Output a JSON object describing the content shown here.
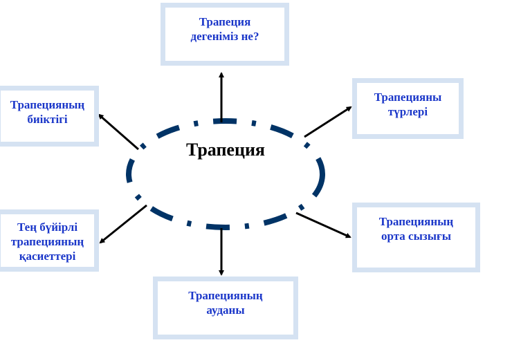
{
  "center": {
    "label": "Трапеция"
  },
  "nodes": {
    "definition": "Трапеция дегеніміз не?",
    "height": "Трапецияның биіктігі",
    "types": "Трапецияны түрлері",
    "isosceles": "Тең бүйірлі трапецияның қасиеттері",
    "midline": "Трапецияның орта сызығы",
    "area": "Трапецияның ауданы"
  },
  "colors": {
    "ellipse": "#003366",
    "box_border": "#d5e2f2",
    "text": "#1b37c9",
    "arrow": "#000000"
  }
}
